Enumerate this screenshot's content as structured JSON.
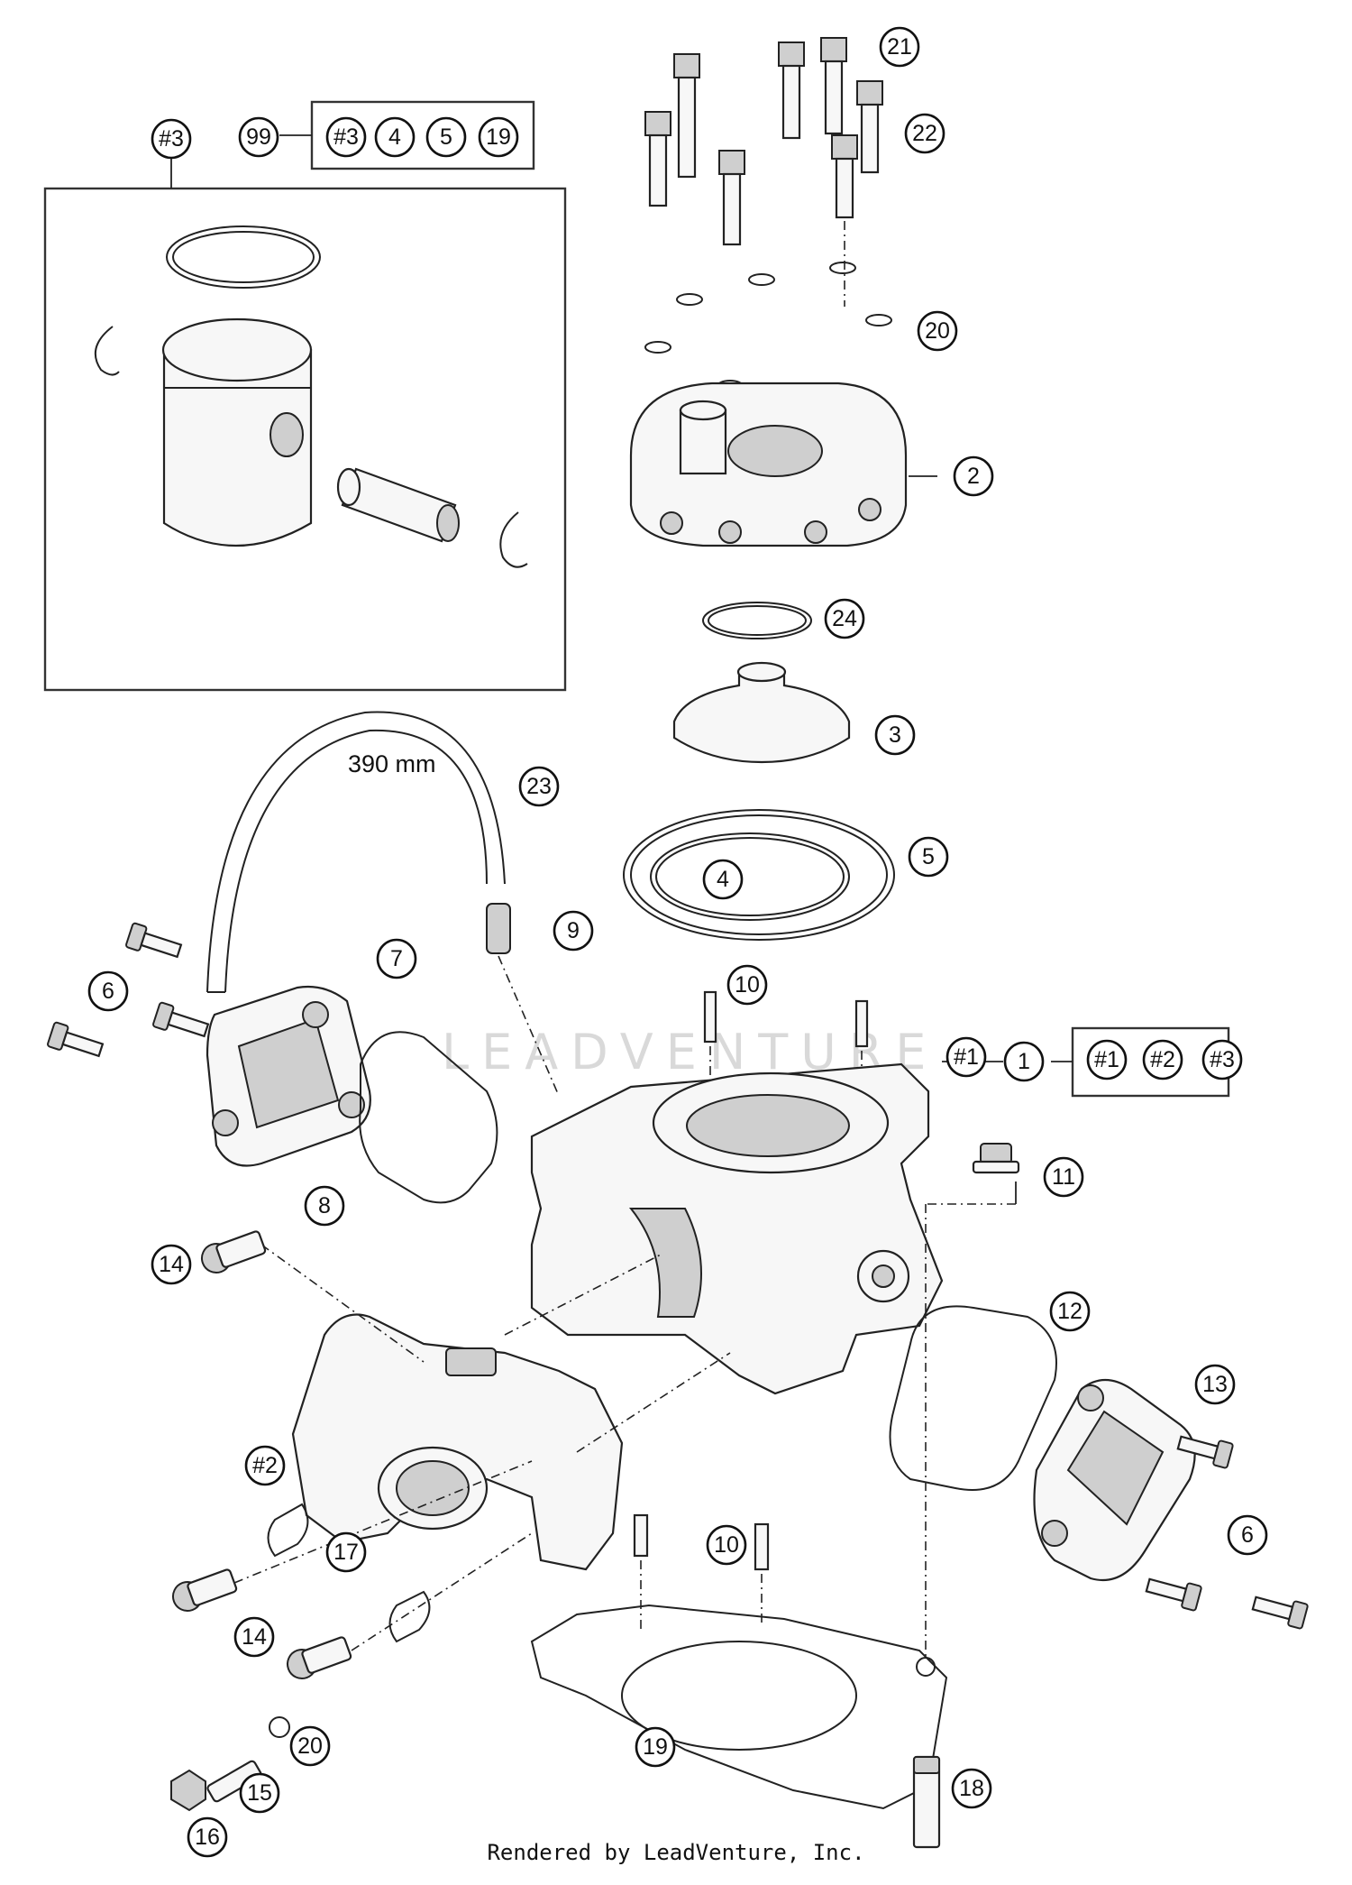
{
  "diagram": {
    "watermark": "LEADVENTURE",
    "footer": "Rendered by LeadVenture, Inc.",
    "hose_length": "390 mm",
    "callouts": [
      "21",
      "22",
      "20",
      "2",
      "24",
      "3",
      "5",
      "4",
      "23",
      "9",
      "10",
      "6",
      "7",
      "8",
      "#1",
      "1",
      "11",
      "12",
      "13",
      "14",
      "#2",
      "17",
      "10",
      "6",
      "14",
      "20",
      "19",
      "15",
      "16",
      "18",
      "#3",
      "99"
    ],
    "kits": [
      {
        "id": "99",
        "items": [
          "#3",
          "4",
          "5",
          "19"
        ]
      },
      {
        "id": "1",
        "items": [
          "#1",
          "#2",
          "#3"
        ]
      }
    ]
  }
}
